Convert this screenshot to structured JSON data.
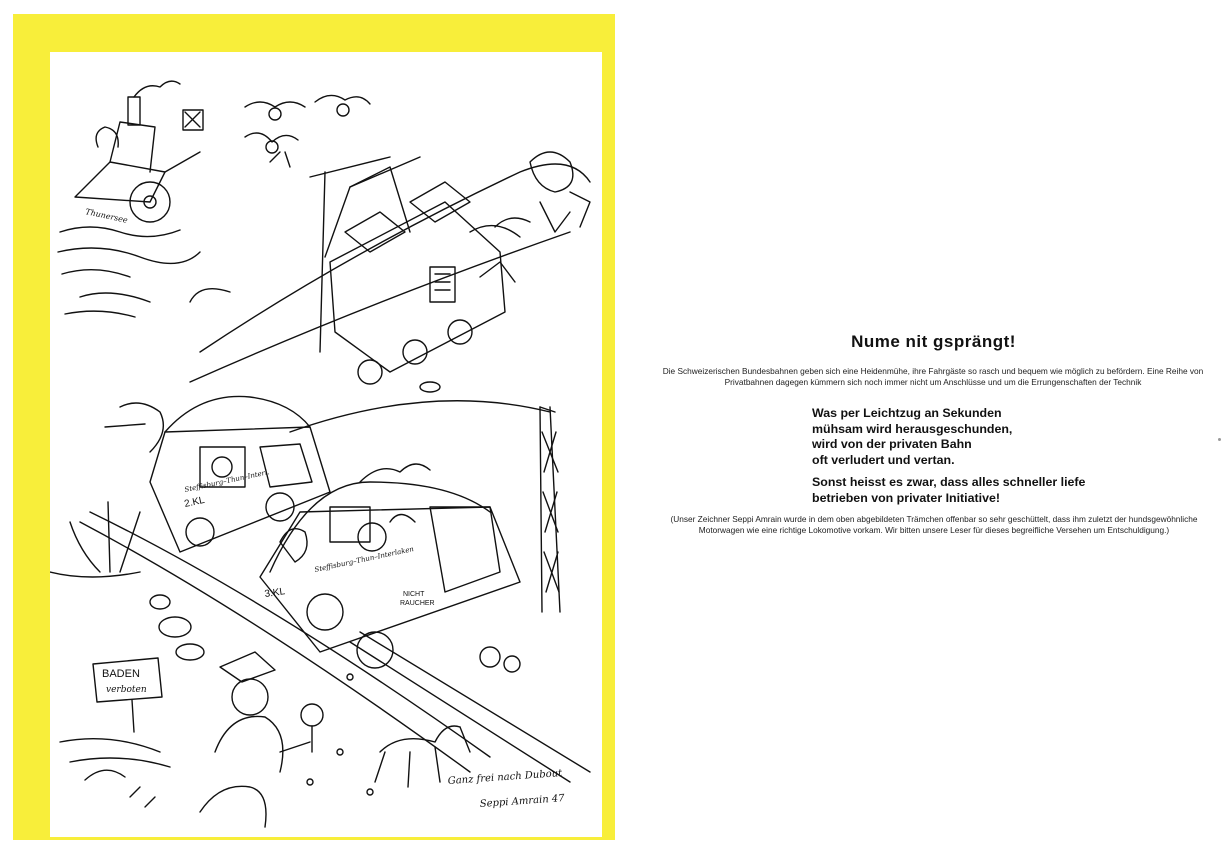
{
  "cartoon": {
    "sign_line1": "BADEN",
    "sign_line2": "verboten",
    "car_label_2": "2.KL",
    "car_label_3": "3.KL",
    "car_sign_nichtraucher_1": "NICHT",
    "car_sign_nichtraucher_2": "RAUCHER",
    "boat_name": "Thunersee",
    "car_route_1": "Steffisburg–Thun–Interl.",
    "car_route_2": "Steffisburg–Thun–Interlaken",
    "credit": "Ganz frei nach Dubout",
    "signature": "Seppi Amrain 47"
  },
  "article": {
    "title": "Nume nit gsprängt!",
    "intro": "Die Schweizerischen Bundesbahnen geben sich eine Heidenmühe, ihre Fahrgäste so rasch und bequem wie möglich zu befördern. Eine Reihe von Privatbahnen dagegen kümmern sich noch immer nicht um Anschlüsse und um die Errungenschaften der Technik",
    "poem": {
      "stanza1": [
        "Was per Leichtzug an Sekunden",
        "mühsam wird herausgeschunden,",
        "wird von der privaten Bahn",
        "oft verludert und vertan."
      ],
      "stanza2": [
        "Sonst heisst es zwar, dass alles schneller liefe",
        "betrieben von privater Initiative!"
      ]
    },
    "note": "(Unser Zeichner Seppi Amrain wurde in dem oben abgebildeten Trämchen offenbar so sehr geschüttelt, dass ihm zuletzt der hundsgewöhnliche Motorwagen wie eine richtige Lokomotive vorkam. Wir bitten unsere Leser für dieses begreifliche Versehen um Entschuldigung.)"
  },
  "colors": {
    "frame": "#f8ee3a",
    "ink": "#111111",
    "paper": "#ffffff"
  }
}
